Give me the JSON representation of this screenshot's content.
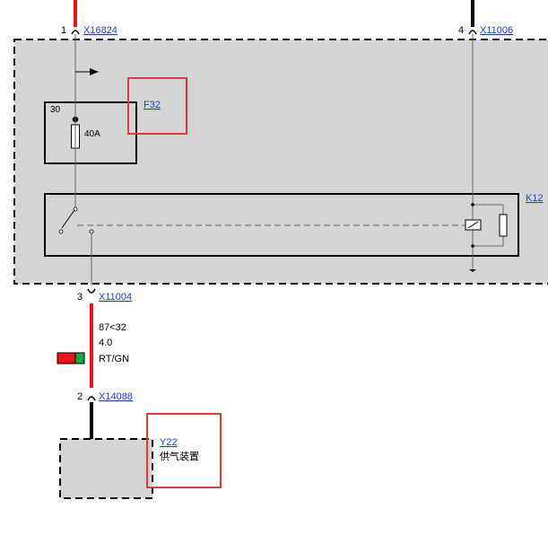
{
  "colors": {
    "module_fill": "#d5d5d5",
    "wire_red": "#e8141b",
    "wire_black": "#000000",
    "wire_green": "#1aa63a",
    "link": "#1f3fd0",
    "highlight": "#e23a3a"
  },
  "connectors": {
    "top_left": {
      "pin": "1",
      "id": "X16824"
    },
    "top_right": {
      "pin": "4",
      "id": "X11006"
    },
    "mid_out": {
      "pin": "3",
      "id": "X11004"
    },
    "bottom": {
      "pin": "2",
      "id": "X14088"
    }
  },
  "fuse": {
    "id": "F32",
    "terminal": "30",
    "rating": "40A"
  },
  "relay": {
    "id_partial": "K12"
  },
  "wire": {
    "circuit": "87<32",
    "gauge": "4.0",
    "color_code": "RT/GN"
  },
  "device": {
    "id": "Y22",
    "name": "供气装置"
  }
}
